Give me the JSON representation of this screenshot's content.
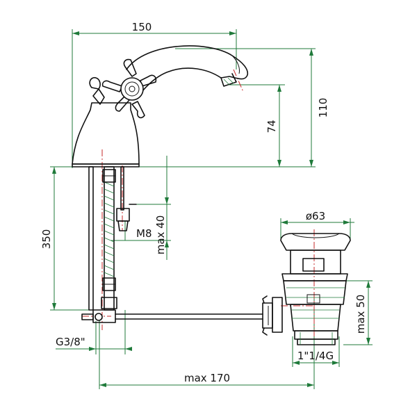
{
  "colors": {
    "outline": "#111111",
    "dimension_line": "#1f7a3a",
    "center_line": "#c62828",
    "background": "#ffffff"
  },
  "dimensions": {
    "width_150": "150",
    "height_110": "110",
    "height_74": "74",
    "height_350": "350",
    "max_40": "max 40",
    "thread_m8": "M8",
    "diameter_63": "ø63",
    "max_50": "max 50",
    "thread_g38": "G3/8\"",
    "thread_1_1_4g": "1\"1/4G",
    "max_170": "max 170"
  }
}
